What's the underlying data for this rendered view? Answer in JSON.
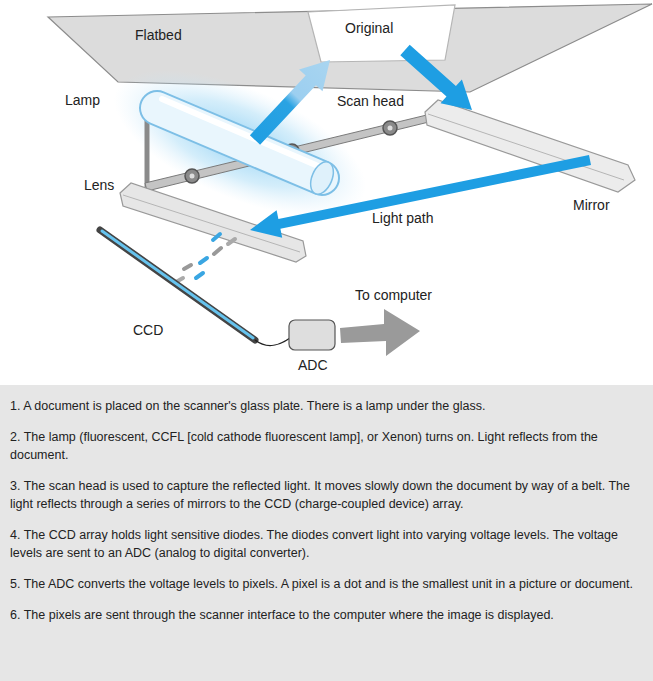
{
  "diagram": {
    "nodes": [
      {
        "text": [
          "Flatbed"
        ]
      },
      {
        "text": [
          "Original"
        ],
        "in": 0
      },
      {
        "text": [
          "1. A document is placed on the scanner's glass plate. There is a lamp under the glass.",
          "2. The lamp (fluorescent, CCFL [cold cathode fluorescent lamp], or Xenon) turns on. Light reflects from the document.",
          "3. The scan head is used to capture the reflected light. It moves slowly down the document by way of a belt. The light reflects through a series of mirrors to the CCD (charge-coupled device) array.",
          "4. The CCD array holds light sensitive diodes. The diodes convert light into varying voltage levels. The voltage levels are sent to an ADC (analog to digital converter).",
          "5. The ADC converts the voltage levels to pixels. A pixel is a dot and is the smallest unit in a picture or document.",
          "6. The pixels are sent through the scanner interface to the computer where the image is displayed."
        ]
      }
    ],
    "labels": [
      "Lamp",
      "Scan head",
      "Lens",
      "Light path",
      "Mirror",
      "CCD",
      "To computer",
      "ADC"
    ]
  }
}
